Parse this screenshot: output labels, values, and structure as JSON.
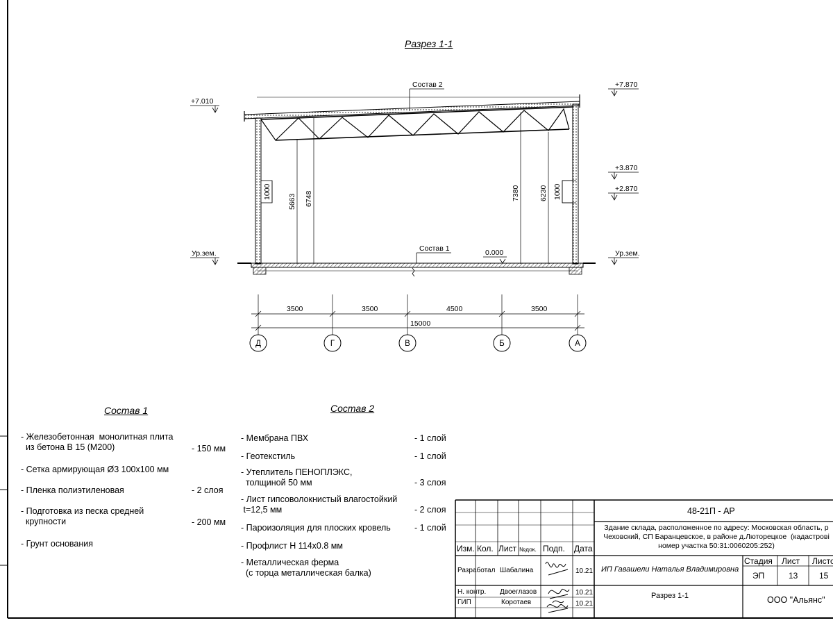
{
  "section_title": "Разрез 1-1",
  "drawing": {
    "roof_label": "Состав 2",
    "floor_label": "Состав 1",
    "zero_level": "0.000",
    "levels": {
      "left_top": "+7.010",
      "right_top": "+7.870",
      "right_mid1": "+3.870",
      "right_mid2": "+2.870",
      "ground_left": "Ур.зем.",
      "ground_right": "Ур.зем."
    },
    "vertical_dims": {
      "left_opening": "1000",
      "left_clear": "5663",
      "left_total": "6748",
      "right_total": "7380",
      "right_clear": "6230",
      "right_opening": "1000"
    },
    "spans": [
      "3500",
      "3500",
      "4500",
      "3500"
    ],
    "total_span": "15000",
    "axes": [
      "Д",
      "Г",
      "В",
      "Б",
      "А"
    ]
  },
  "composition1": {
    "title": "Состав 1",
    "items": [
      {
        "text": "- Железобетонная  монолитная плита\n  из бетона В 15 (М200)",
        "value": "- 150 мм"
      },
      {
        "text": "- Сетка армирующая Ø3 100х100 мм",
        "value": ""
      },
      {
        "text": "- Пленка полиэтиленовая",
        "value": "- 2 слоя"
      },
      {
        "text": "- Подготовка из песка средней\n  крупности",
        "value": "- 200 мм"
      },
      {
        "text": "- Грунт основания",
        "value": ""
      }
    ]
  },
  "composition2": {
    "title": "Состав 2",
    "items": [
      {
        "text": "- Мембрана ПВХ",
        "value": "- 1 слой"
      },
      {
        "text": "- Геотекстиль",
        "value": "- 1 слой"
      },
      {
        "text": "- Утеплитель ПЕНОПЛЭКС,\n  толщиной 50 мм",
        "value": "- 3 слоя"
      },
      {
        "text": "- Лист гипсоволокнистый влагостойкий\n t=12,5 мм",
        "value": "- 2 слоя"
      },
      {
        "text": "- Пароизоляция для плоских кровель",
        "value": "- 1 слой"
      },
      {
        "text": "- Профлист Н 114х0.8 мм",
        "value": ""
      },
      {
        "text": "- Металлическая ферма\n  (с торца металлическая балка)",
        "value": ""
      }
    ]
  },
  "stamp": {
    "code": "48-21П - АР",
    "description": "Здание склада, расположенное по адресу: Московская область, р\nЧеховский, СП Баранцевское, в районе д.Люторецкое  (кадастрові\nномер участка 50:31:0060205:252)",
    "headers": {
      "izm": "Изм.",
      "kol": "Кол.",
      "list": "Лист",
      "ndok": "№док.",
      "podp": "Подп.",
      "data": "Дата"
    },
    "rows": [
      {
        "role": "Разработал",
        "name": "Шабалина",
        "date": "10.21"
      },
      {
        "role": "Н. контр.",
        "name": "Двоеглазов",
        "date": "10.21"
      },
      {
        "role": "ГИП",
        "name": "Коротаев",
        "date": "10.21"
      }
    ],
    "author": "ИП Гавашели Наталья Владимировна",
    "sheet_name": "Разрез 1-1",
    "stage_header": "Стадия",
    "sheet_header": "Лист",
    "sheets_header": "Листо",
    "stage": "ЭП",
    "sheet": "13",
    "sheets": "15",
    "company": "ООО \"Альянс\""
  }
}
